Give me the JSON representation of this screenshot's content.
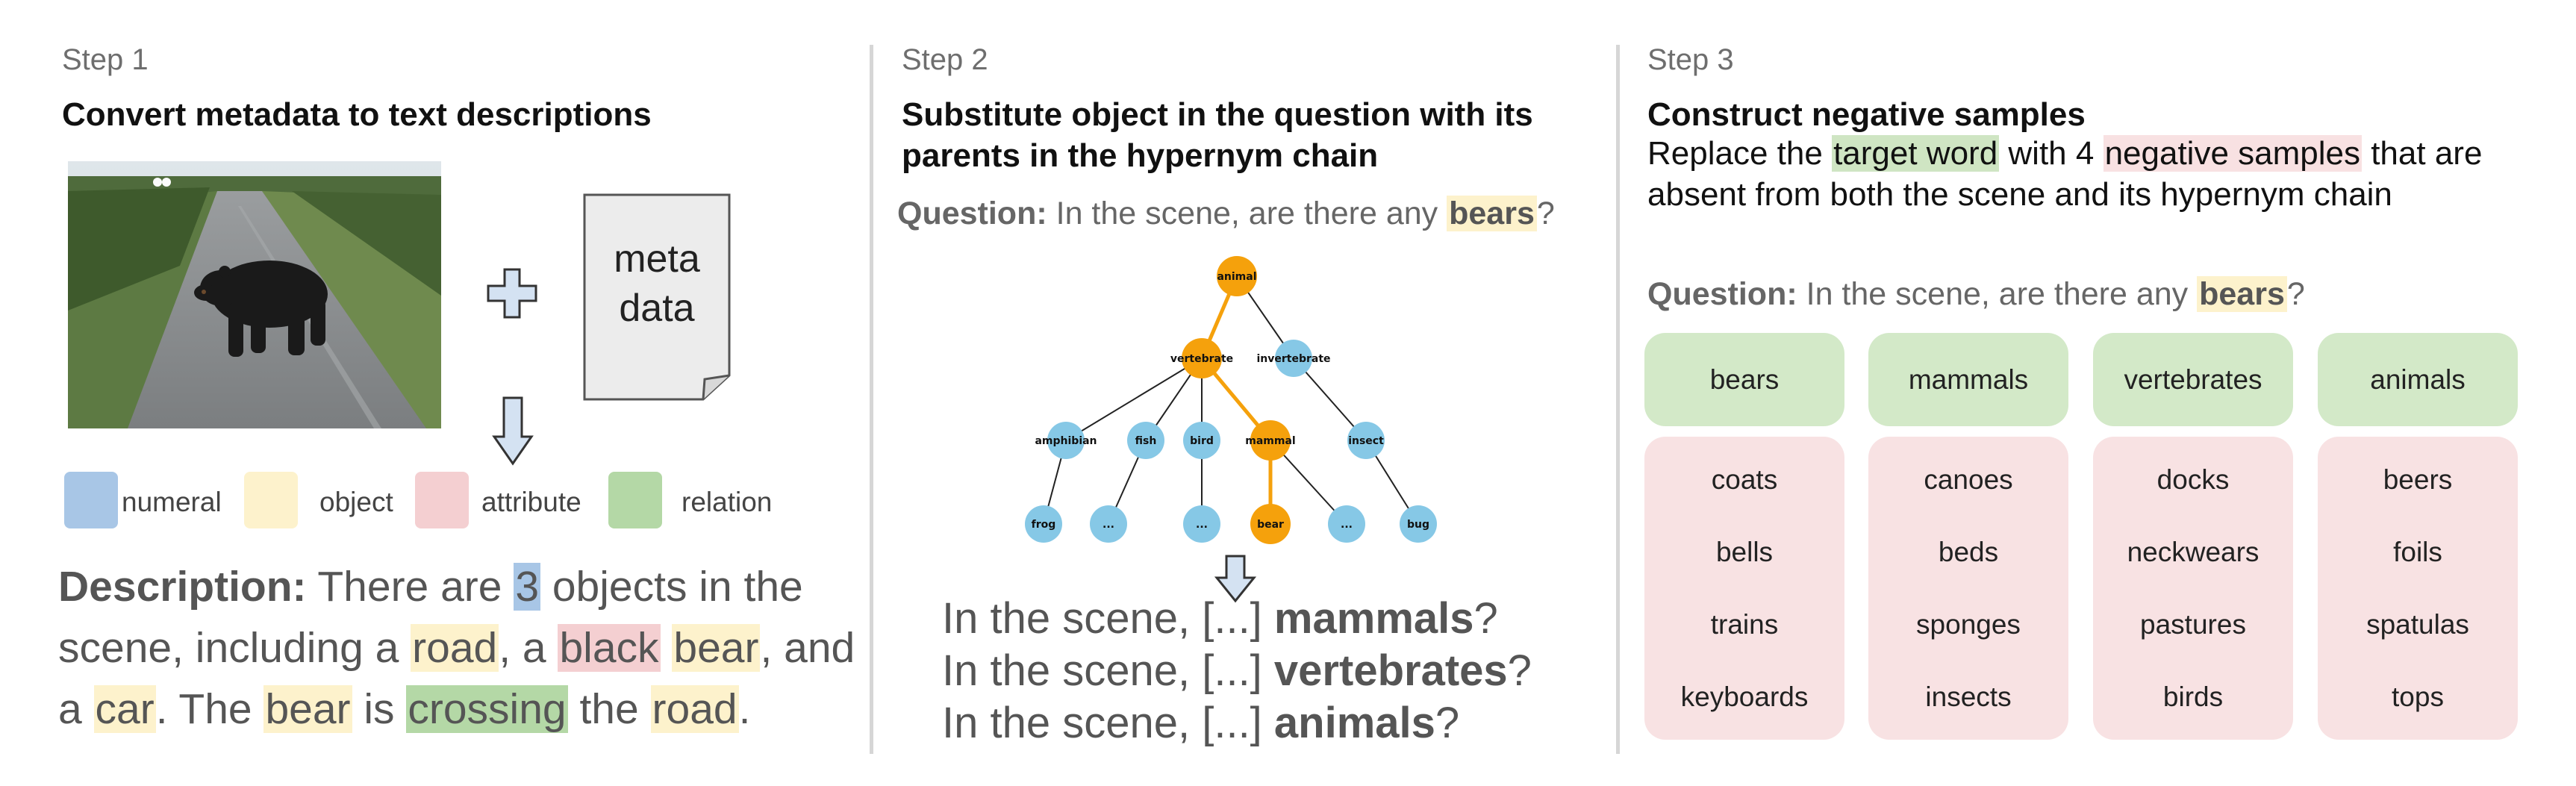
{
  "step1": {
    "label": "Step 1",
    "title": "Convert metadata to text descriptions",
    "metadata_doc_line1": "meta",
    "metadata_doc_line2": "data",
    "legend": [
      {
        "name": "numeral",
        "color": "#a8c6e6"
      },
      {
        "name": "object",
        "color": "#fdf2cc"
      },
      {
        "name": "attribute",
        "color": "#f4cfd1"
      },
      {
        "name": "relation",
        "color": "#b4d8a6"
      }
    ],
    "description": {
      "lead": "Description:",
      "t1": " There are ",
      "numeral": "3",
      "t2": " objects in the scene, including a ",
      "obj_road": "road",
      "t3": ", a ",
      "attr_black": "black",
      "t4": " ",
      "obj_bear": "bear",
      "t5": ", and a ",
      "obj_car": "car",
      "t6": ". The ",
      "obj_bear2": "bear",
      "t7": " is ",
      "rel_crossing": "crossing",
      "t8": " the ",
      "obj_road2": "road",
      "t9": "."
    }
  },
  "step2": {
    "label": "Step 2",
    "title_line1": "Substitute object in the question with its",
    "title_line2": "parents in the hypernym chain",
    "question_lead": "Question:",
    "question_text": " In the scene, are there any ",
    "question_object": "bears",
    "question_end": "?",
    "tree": {
      "nodes": [
        "animal",
        "vertebrate",
        "invertebrate",
        "amphibian",
        "fish",
        "bird",
        "mammal",
        "insect",
        "frog",
        "...",
        "...",
        "bear",
        "...",
        "bug"
      ],
      "highlight_color": "#f5a10c",
      "node_color": "#86c8e6"
    },
    "results": [
      {
        "prefix": "In the scene, [...] ",
        "word": "mammals",
        "suffix": "?"
      },
      {
        "prefix": "In the scene, [...] ",
        "word": "vertebrates",
        "suffix": "?"
      },
      {
        "prefix": "In the scene, [...] ",
        "word": "animals",
        "suffix": "?"
      }
    ]
  },
  "step3": {
    "label": "Step 3",
    "title": "Construct negative samples",
    "desc_t1": "Replace the ",
    "desc_target": "target word",
    "desc_t2": " with 4 ",
    "desc_negative": "negative samples",
    "desc_t3": " that are absent from both the scene and its hypernym chain",
    "question_lead": "Question:",
    "question_text": " In the scene, are there any ",
    "question_object": "bears",
    "question_end": "?",
    "columns": [
      {
        "target": "bears",
        "negatives": [
          "coats",
          "bells",
          "trains",
          "keyboards"
        ]
      },
      {
        "target": "mammals",
        "negatives": [
          "canoes",
          "beds",
          "sponges",
          "insects"
        ]
      },
      {
        "target": "vertebrates",
        "negatives": [
          "docks",
          "neckwears",
          "pastures",
          "birds"
        ]
      },
      {
        "target": "animals",
        "negatives": [
          "beers",
          "foils",
          "spatulas",
          "tops"
        ]
      }
    ]
  }
}
